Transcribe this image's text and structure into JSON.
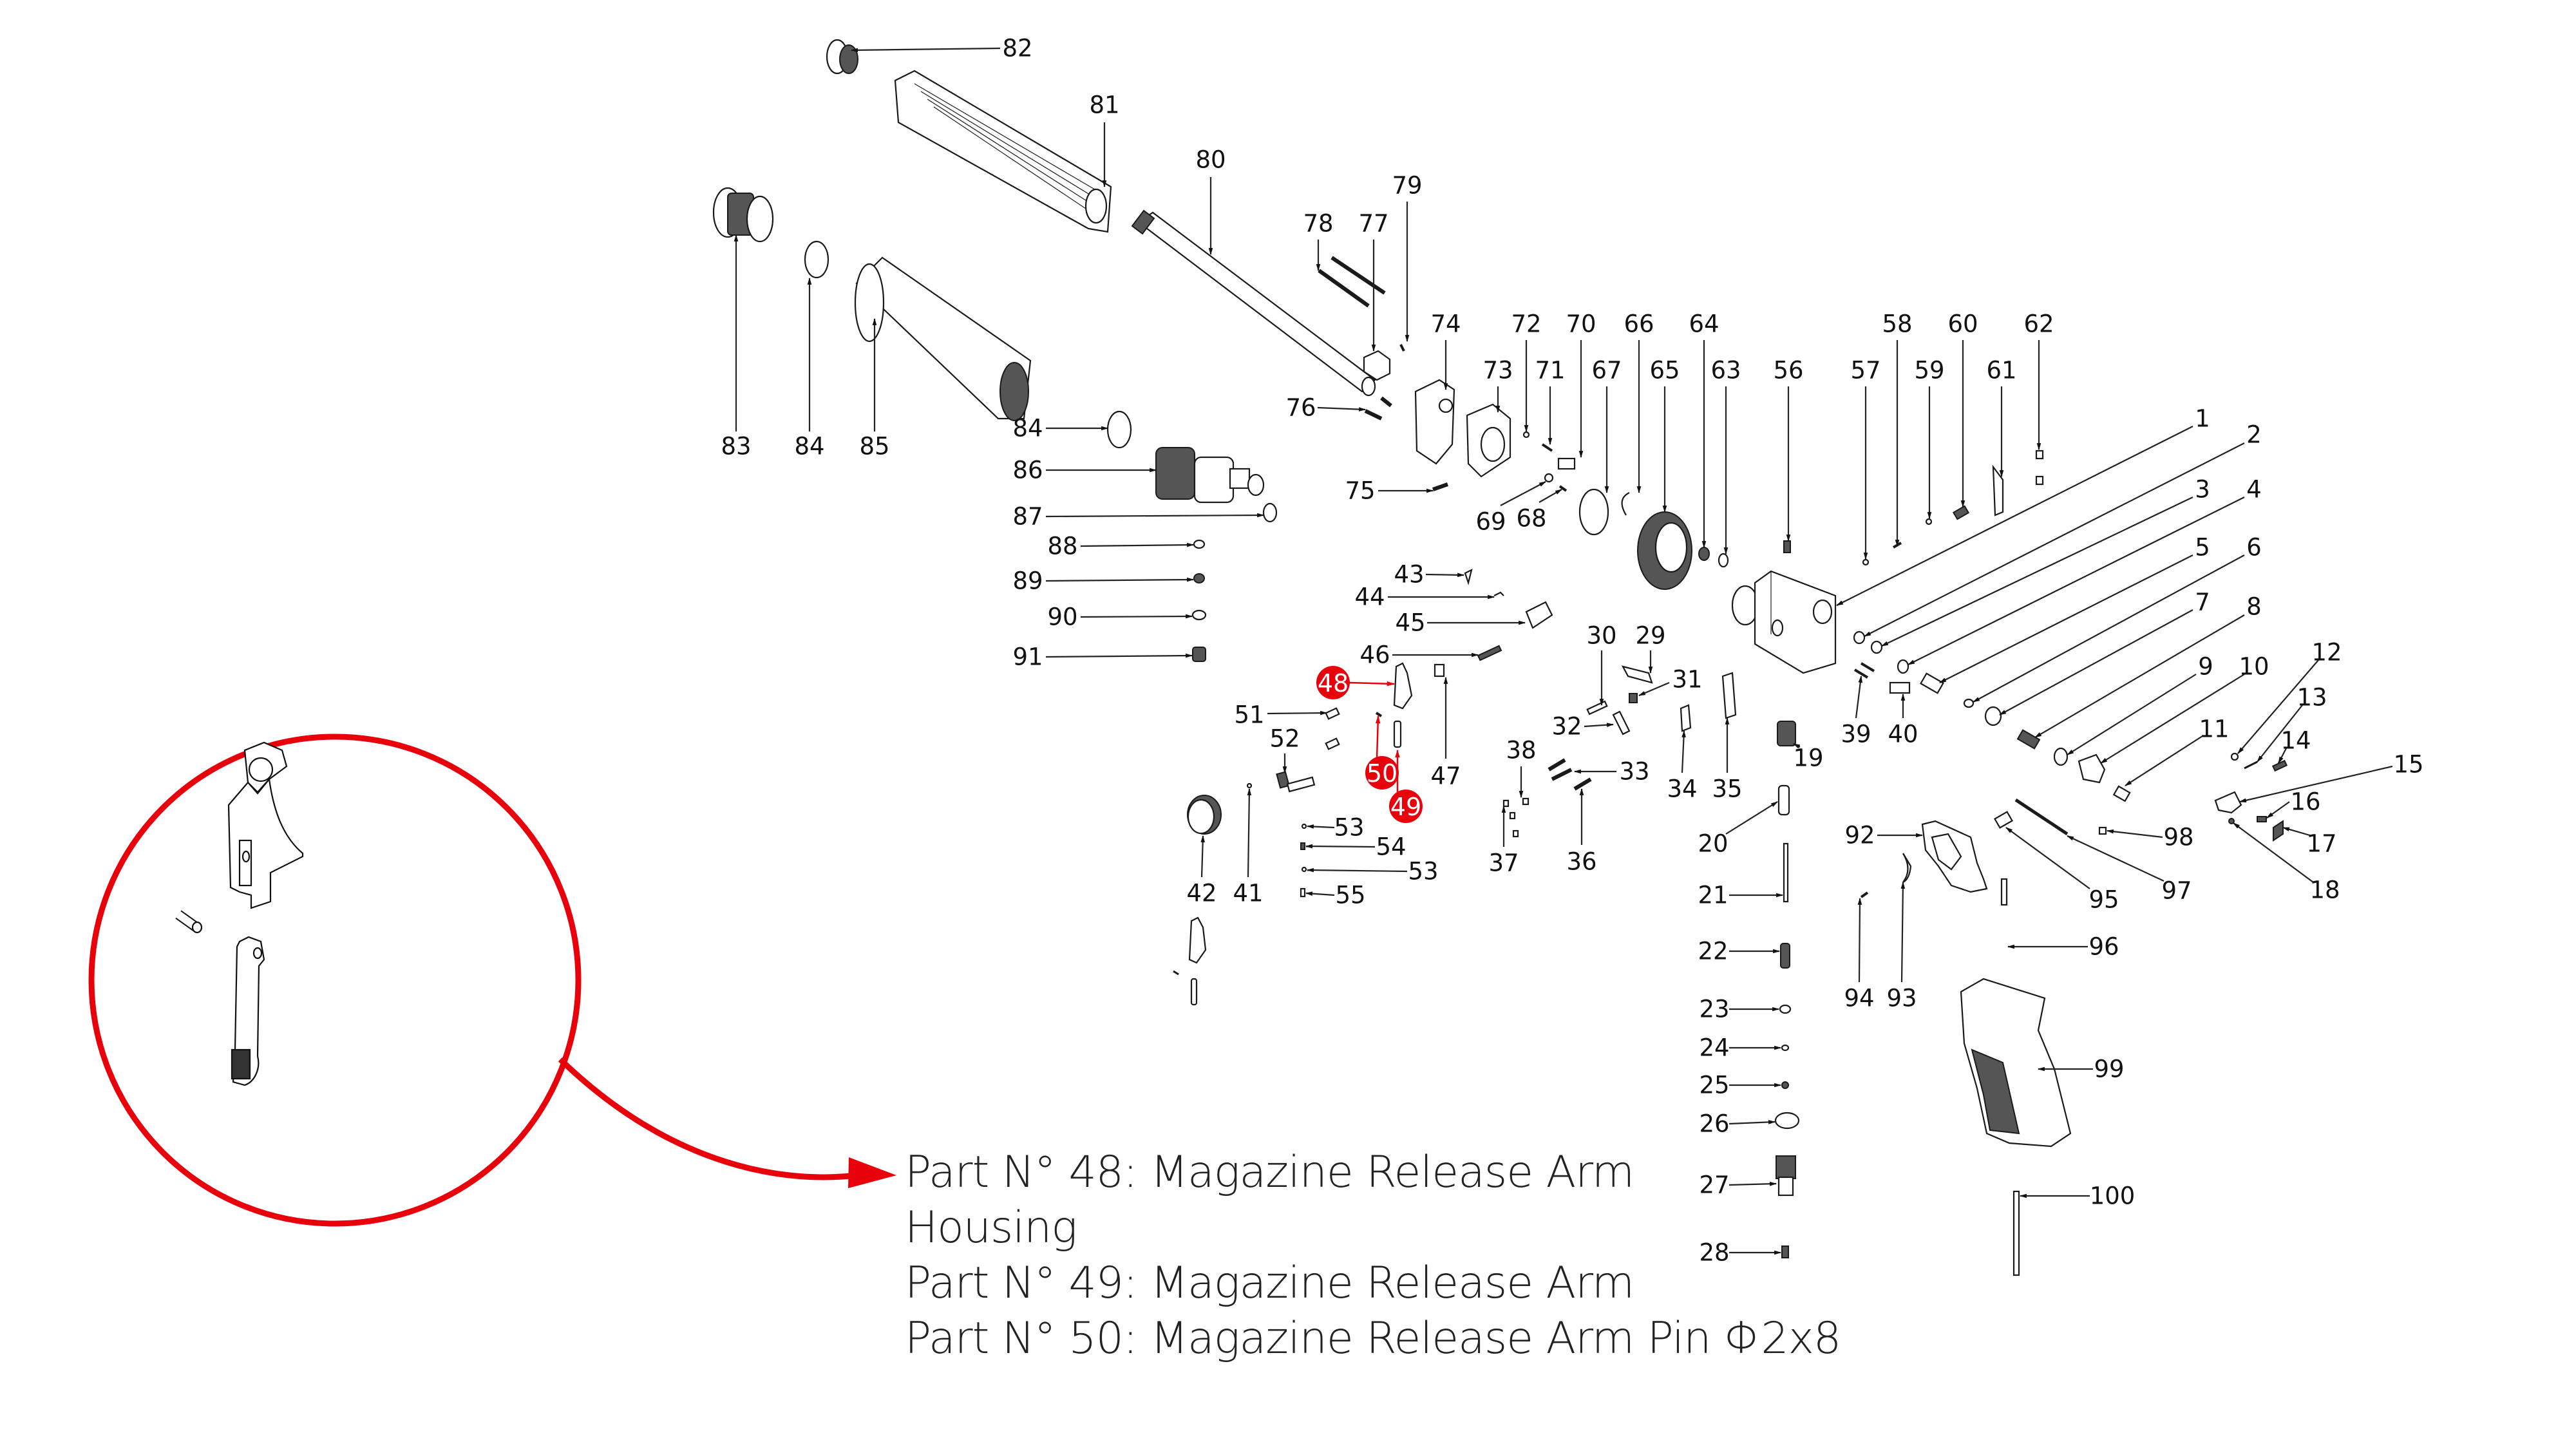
{
  "title": "Exploded parts diagram",
  "accent_color": "#e8000b",
  "callout": {
    "highlighted_parts": [
      "48",
      "49",
      "50"
    ],
    "caption_lines": [
      "Part N° 48: Magazine Release Arm",
      "Housing",
      "Part N° 49: Magazine Release Arm",
      "Part N° 50: Magazine Release Arm Pin Φ2x8"
    ]
  },
  "part_labels": [
    {
      "id": "82",
      "text": "82"
    },
    {
      "id": "81",
      "text": "81"
    },
    {
      "id": "80",
      "text": "80"
    },
    {
      "id": "79",
      "text": "79"
    },
    {
      "id": "78",
      "text": "78"
    },
    {
      "id": "77",
      "text": "77"
    },
    {
      "id": "83",
      "text": "83"
    },
    {
      "id": "84",
      "text": "84"
    },
    {
      "id": "85",
      "text": "85"
    },
    {
      "id": "84b",
      "text": "84"
    },
    {
      "id": "86",
      "text": "86"
    },
    {
      "id": "87",
      "text": "87"
    },
    {
      "id": "88",
      "text": "88"
    },
    {
      "id": "89",
      "text": "89"
    },
    {
      "id": "90",
      "text": "90"
    },
    {
      "id": "91",
      "text": "91"
    },
    {
      "id": "76",
      "text": "76"
    },
    {
      "id": "75",
      "text": "75"
    },
    {
      "id": "74",
      "text": "74"
    },
    {
      "id": "73",
      "text": "73"
    },
    {
      "id": "72",
      "text": "72"
    },
    {
      "id": "71",
      "text": "71"
    },
    {
      "id": "70",
      "text": "70"
    },
    {
      "id": "69",
      "text": "69"
    },
    {
      "id": "68",
      "text": "68"
    },
    {
      "id": "67",
      "text": "67"
    },
    {
      "id": "66",
      "text": "66"
    },
    {
      "id": "65",
      "text": "65"
    },
    {
      "id": "64",
      "text": "64"
    },
    {
      "id": "63",
      "text": "63"
    },
    {
      "id": "56",
      "text": "56"
    },
    {
      "id": "57",
      "text": "57"
    },
    {
      "id": "58",
      "text": "58"
    },
    {
      "id": "59",
      "text": "59"
    },
    {
      "id": "60",
      "text": "60"
    },
    {
      "id": "61",
      "text": "61"
    },
    {
      "id": "62",
      "text": "62"
    },
    {
      "id": "1",
      "text": "1"
    },
    {
      "id": "2",
      "text": "2"
    },
    {
      "id": "3",
      "text": "3"
    },
    {
      "id": "4",
      "text": "4"
    },
    {
      "id": "5",
      "text": "5"
    },
    {
      "id": "6",
      "text": "6"
    },
    {
      "id": "7",
      "text": "7"
    },
    {
      "id": "8",
      "text": "8"
    },
    {
      "id": "9",
      "text": "9"
    },
    {
      "id": "10",
      "text": "10"
    },
    {
      "id": "11",
      "text": "11"
    },
    {
      "id": "12",
      "text": "12"
    },
    {
      "id": "13",
      "text": "13"
    },
    {
      "id": "14",
      "text": "14"
    },
    {
      "id": "15",
      "text": "15"
    },
    {
      "id": "16",
      "text": "16"
    },
    {
      "id": "17",
      "text": "17"
    },
    {
      "id": "18",
      "text": "18"
    },
    {
      "id": "43",
      "text": "43"
    },
    {
      "id": "44",
      "text": "44"
    },
    {
      "id": "45",
      "text": "45"
    },
    {
      "id": "46",
      "text": "46"
    },
    {
      "id": "47",
      "text": "47"
    },
    {
      "id": "51",
      "text": "51"
    },
    {
      "id": "52",
      "text": "52"
    },
    {
      "id": "30",
      "text": "30"
    },
    {
      "id": "29",
      "text": "29"
    },
    {
      "id": "31",
      "text": "31"
    },
    {
      "id": "32",
      "text": "32"
    },
    {
      "id": "33",
      "text": "33"
    },
    {
      "id": "34",
      "text": "34"
    },
    {
      "id": "35",
      "text": "35"
    },
    {
      "id": "38",
      "text": "38"
    },
    {
      "id": "37",
      "text": "37"
    },
    {
      "id": "36",
      "text": "36"
    },
    {
      "id": "19",
      "text": "19"
    },
    {
      "id": "39",
      "text": "39"
    },
    {
      "id": "40",
      "text": "40"
    },
    {
      "id": "53",
      "text": "53"
    },
    {
      "id": "54",
      "text": "54"
    },
    {
      "id": "53b",
      "text": "53"
    },
    {
      "id": "55",
      "text": "55"
    },
    {
      "id": "42",
      "text": "42"
    },
    {
      "id": "41",
      "text": "41"
    },
    {
      "id": "20",
      "text": "20"
    },
    {
      "id": "21",
      "text": "21"
    },
    {
      "id": "22",
      "text": "22"
    },
    {
      "id": "23",
      "text": "23"
    },
    {
      "id": "24",
      "text": "24"
    },
    {
      "id": "25",
      "text": "25"
    },
    {
      "id": "26",
      "text": "26"
    },
    {
      "id": "27",
      "text": "27"
    },
    {
      "id": "28",
      "text": "28"
    },
    {
      "id": "92",
      "text": "92"
    },
    {
      "id": "93",
      "text": "93"
    },
    {
      "id": "94",
      "text": "94"
    },
    {
      "id": "95",
      "text": "95"
    },
    {
      "id": "96",
      "text": "96"
    },
    {
      "id": "97",
      "text": "97"
    },
    {
      "id": "98",
      "text": "98"
    },
    {
      "id": "99",
      "text": "99"
    },
    {
      "id": "100",
      "text": "100"
    }
  ],
  "highlight_labels": [
    {
      "id": "48",
      "text": "48"
    },
    {
      "id": "49",
      "text": "49"
    },
    {
      "id": "50",
      "text": "50"
    }
  ]
}
